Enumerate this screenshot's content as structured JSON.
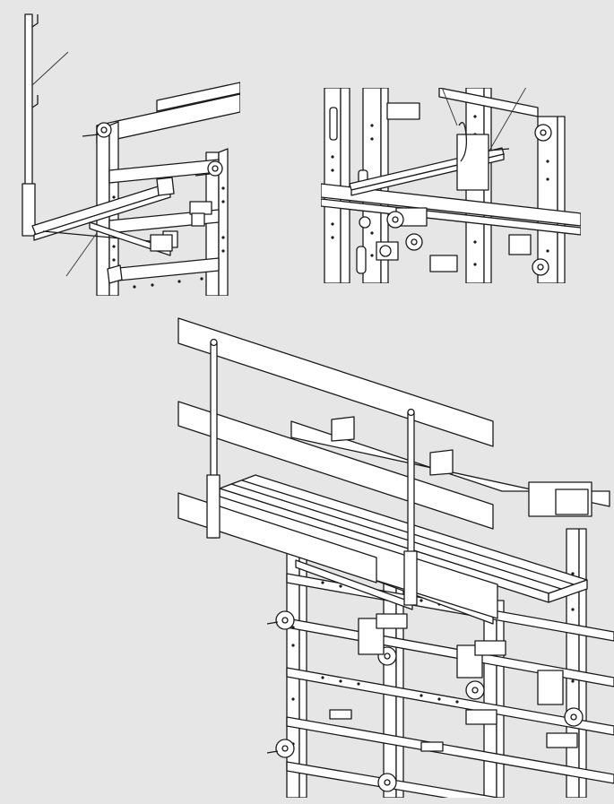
{
  "figure": {
    "views": [
      {
        "id": "bracket-detail"
      },
      {
        "id": "bracket-mounted-detail"
      },
      {
        "id": "platform-assembly"
      }
    ],
    "colors": {
      "background": "#e6e6e6",
      "panel": "#ffffff",
      "stroke": "#1a1a1a",
      "leader": "#333333"
    }
  }
}
